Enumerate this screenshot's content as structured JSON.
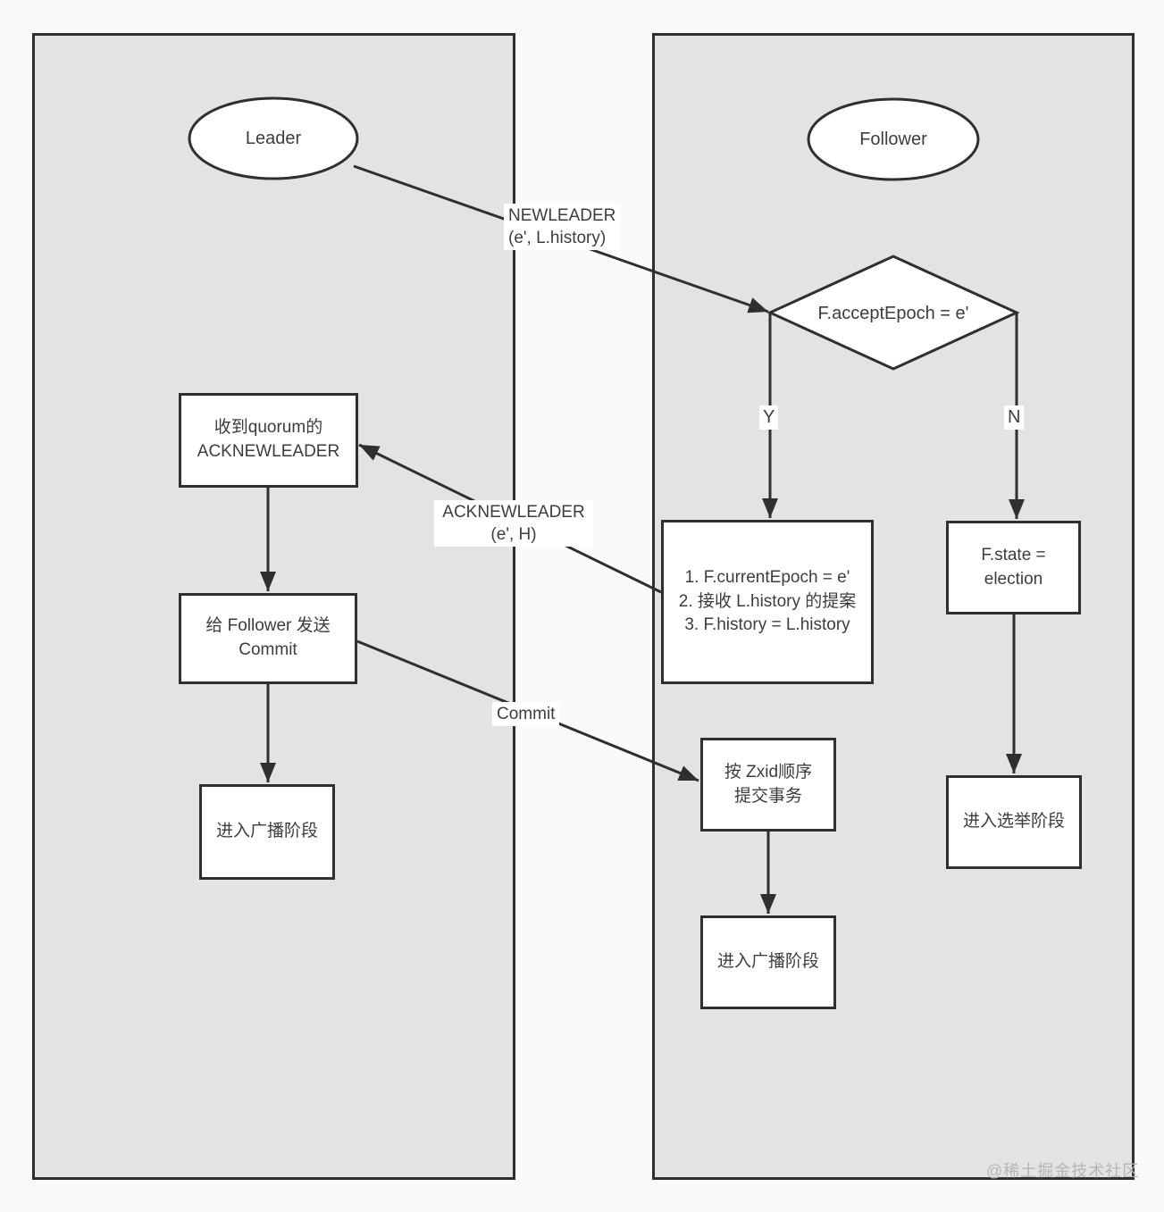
{
  "colors": {
    "page_background": "#fafafa",
    "panel_fill": "#e3e3e3",
    "node_fill": "#ffffff",
    "stroke": "#2f2f2f",
    "text": "#3d3d3d",
    "watermark": "#b5b5b5"
  },
  "lanes": {
    "leader": {
      "title": "Leader",
      "nodes": {
        "ack_quorum": {
          "lines": [
            "收到quorum的",
            "ACKNEWLEADER"
          ]
        },
        "send_commit": {
          "lines": [
            "给 Follower 发送",
            "Commit"
          ]
        },
        "enter_broadcast": {
          "label": "进入广播阶段"
        }
      }
    },
    "follower": {
      "title": "Follower",
      "decision": {
        "label": "F.acceptEpoch = e'",
        "yes": "Y",
        "no": "N"
      },
      "nodes": {
        "sync_steps": {
          "items": [
            "1. F.currentEpoch = e'",
            "2. 接收 L.history 的提案",
            "3. F.history = L.history"
          ]
        },
        "commit_zxid": {
          "lines": [
            "按 Zxid顺序",
            "提交事务"
          ]
        },
        "enter_broadcast": {
          "label": "进入广播阶段"
        },
        "state_election": {
          "lines": [
            "F.state =",
            "election"
          ]
        },
        "enter_election": {
          "label": "进入选举阶段"
        }
      }
    }
  },
  "messages": {
    "newleader": {
      "lines": [
        "NEWLEADER",
        "(e', L.history)"
      ]
    },
    "acknewleader": {
      "lines": [
        "ACKNEWLEADER",
        "(e', H)"
      ]
    },
    "commit": {
      "label": "Commit"
    }
  },
  "watermark": {
    "text": "@稀土掘金技术社区"
  }
}
